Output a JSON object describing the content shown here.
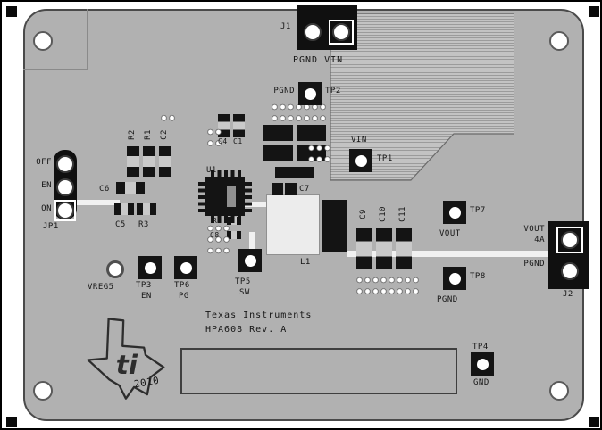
{
  "j1": {
    "refdes": "J1",
    "pins_label": "PGND VIN"
  },
  "j2": {
    "refdes": "J2",
    "net1": "VOUT",
    "rating": "4A",
    "net2": "PGND"
  },
  "jp1": {
    "refdes": "JP1",
    "opt_off": "OFF",
    "opt_en": "EN",
    "opt_on": "ON"
  },
  "test_points": {
    "tp1": {
      "id": "TP1",
      "net": "VIN"
    },
    "tp2": {
      "id": "TP2",
      "net": "PGND"
    },
    "tp3": {
      "id": "TP3",
      "net": "EN"
    },
    "tp4": {
      "id": "TP4",
      "net": "GND"
    },
    "tp5": {
      "id": "TP5",
      "net": "SW"
    },
    "tp6": {
      "id": "TP6",
      "net": "PG"
    },
    "tp7": {
      "id": "TP7",
      "net": "VOUT"
    },
    "tp8": {
      "id": "TP8",
      "net": "PGND"
    },
    "vreg5": {
      "id": "VREG5"
    }
  },
  "components": {
    "u1": "U1",
    "r1": "R1",
    "r2": "R2",
    "r3": "R3",
    "r5": "R5",
    "c1": "C1",
    "c2": "C2",
    "c4": "C4",
    "c5": "C5",
    "c6": "C6",
    "c7": "C7",
    "c8": "C8",
    "c9": "C9",
    "c10": "C10",
    "c11": "C11",
    "l1": "L1"
  },
  "silkscreen": {
    "brand": "Texas Instruments",
    "board_rev": "HPA608 Rev. A",
    "year": "2010",
    "logo_text": "ti"
  },
  "colors": {
    "board_gray": "#b1b1b1",
    "component_black": "#141414",
    "copper_white": "#f1f1f1"
  }
}
